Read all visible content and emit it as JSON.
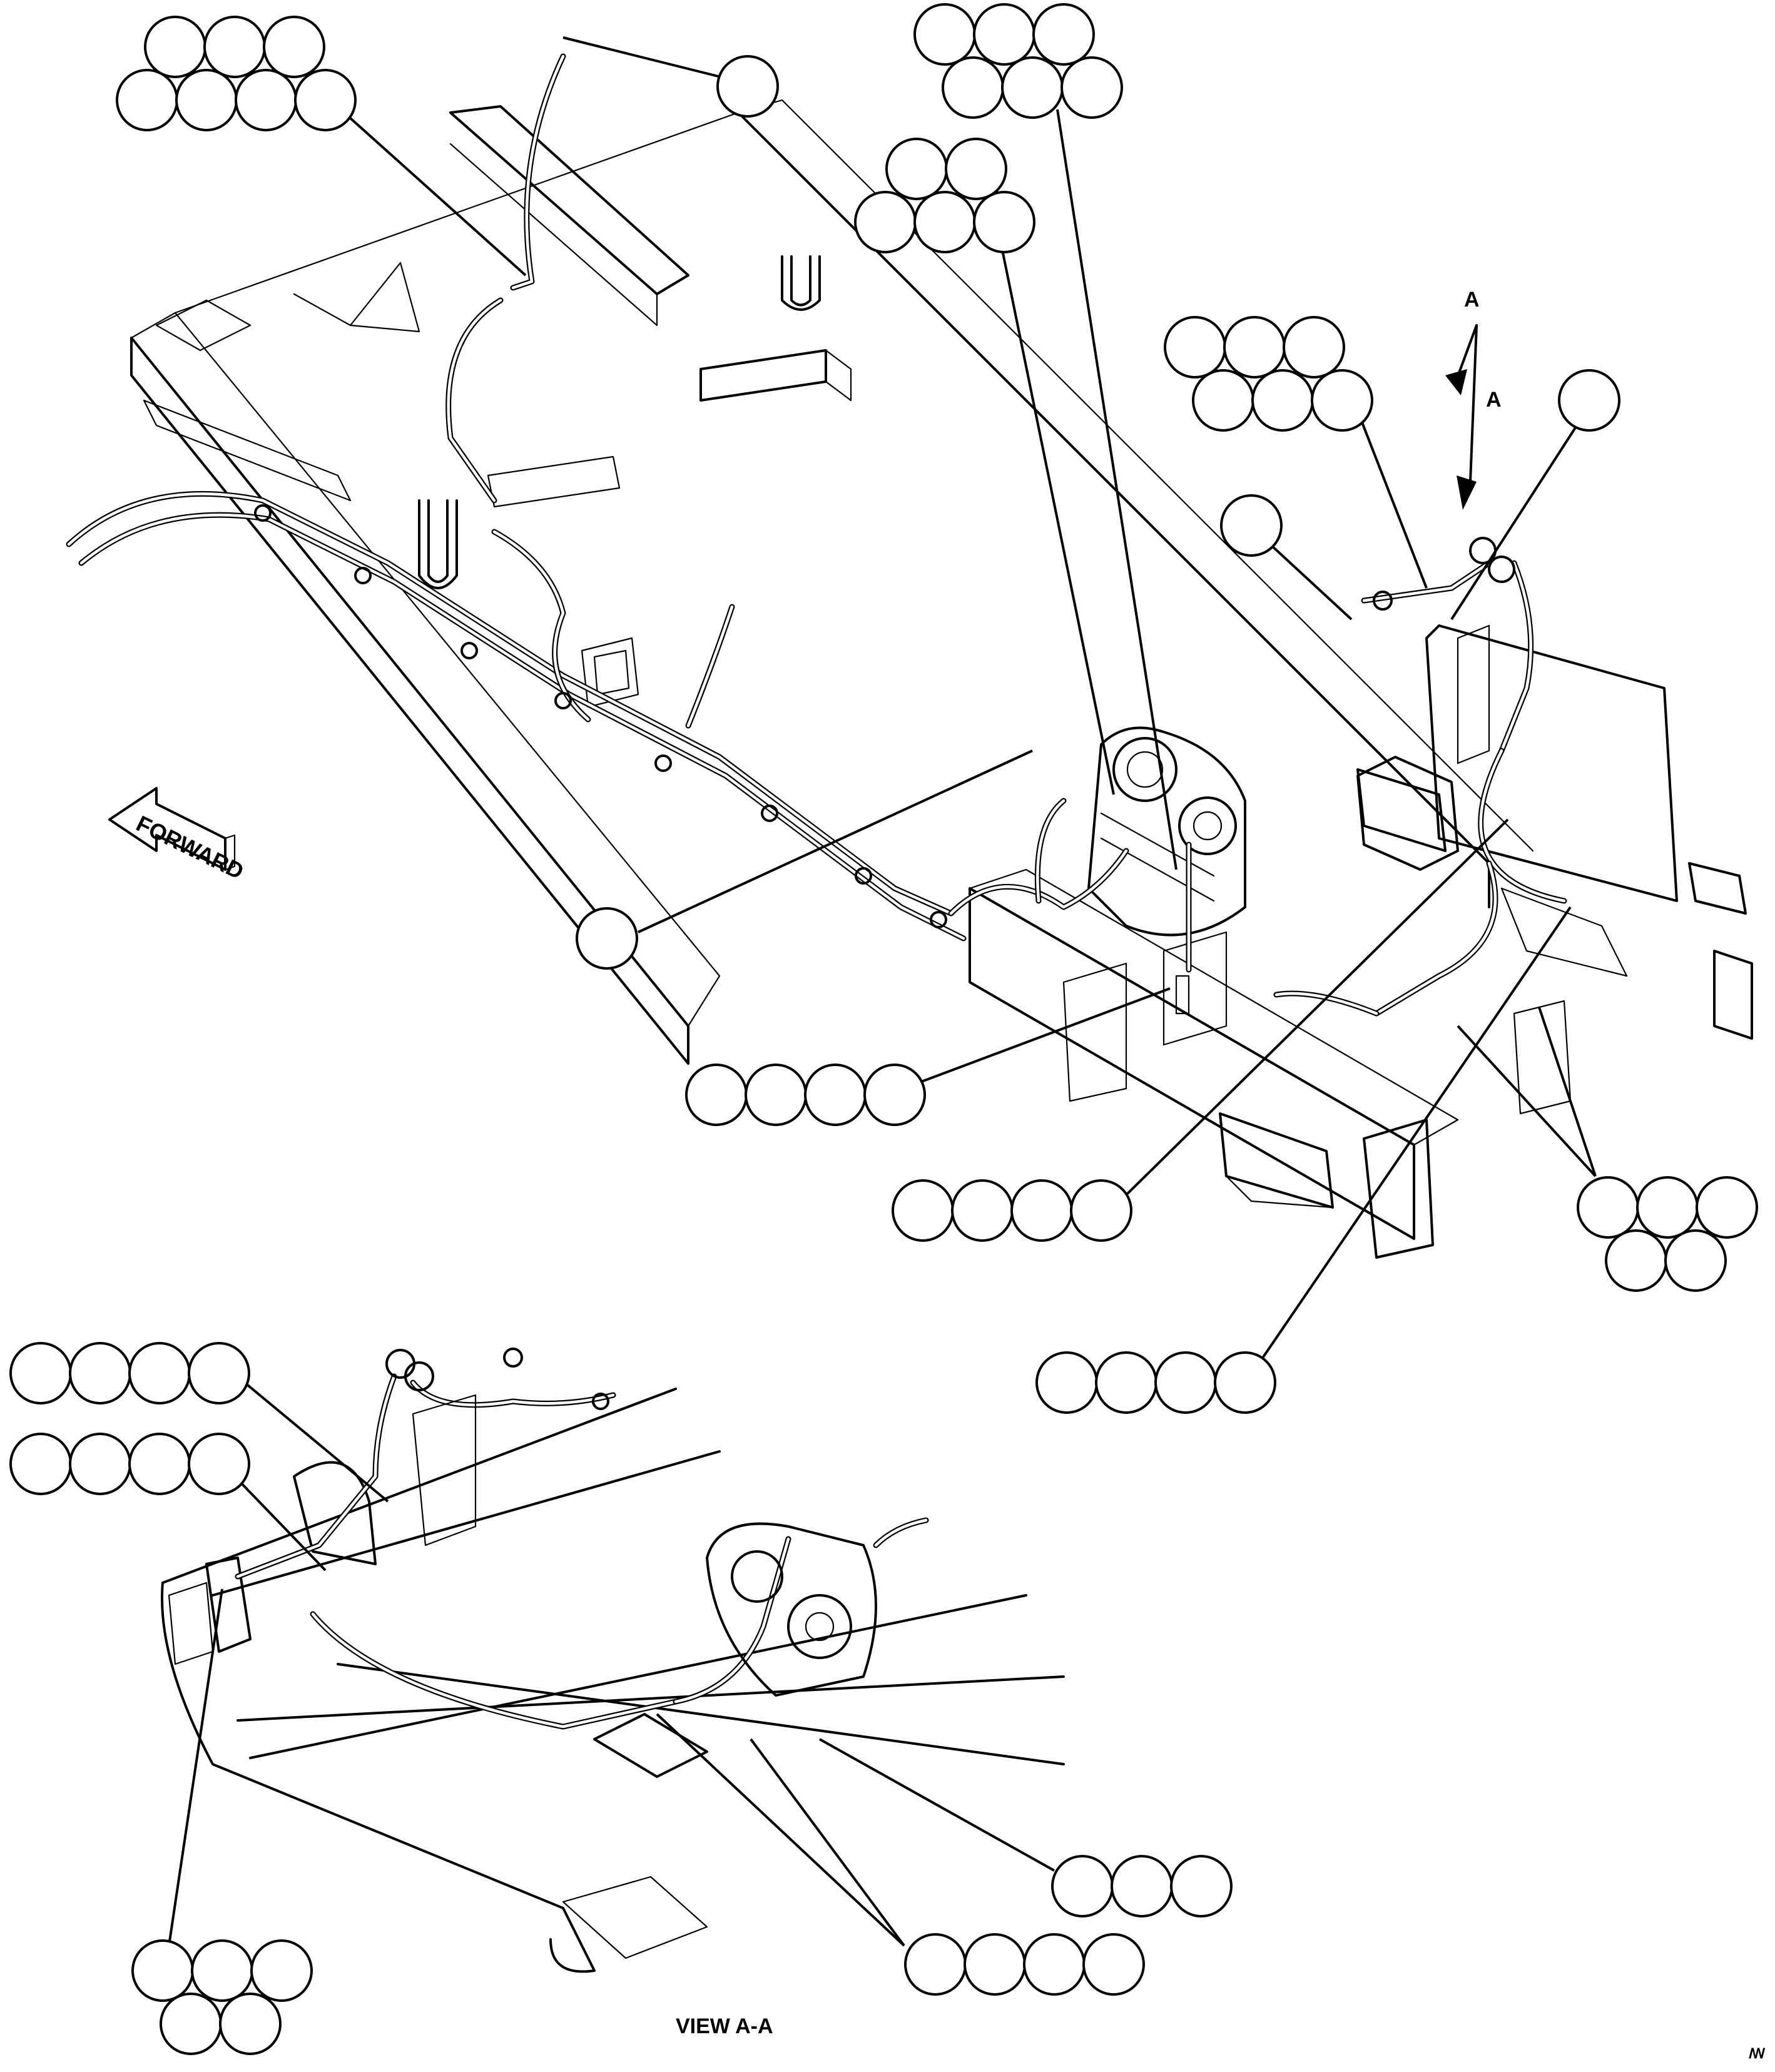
{
  "labels": {
    "forward_arrow": "FORWARD",
    "view_arrow_upper": "A",
    "view_arrow_lower": "A",
    "view_caption": "VIEW A-A",
    "corner_mark": "ꟿ"
  },
  "callout_groups": [
    {
      "name": "callout-group-top-left",
      "circles": 7
    },
    {
      "name": "callout-group-top-left-single",
      "circles": 1
    },
    {
      "name": "callout-group-top-center",
      "circles": 6
    },
    {
      "name": "callout-group-center-upper",
      "circles": 5
    },
    {
      "name": "callout-group-right-upper",
      "circles": 6
    },
    {
      "name": "callout-group-right-single",
      "circles": 1
    },
    {
      "name": "callout-group-right-small",
      "circles": 1
    },
    {
      "name": "callout-group-center-left-single",
      "circles": 1
    },
    {
      "name": "callout-group-center-four",
      "circles": 4
    },
    {
      "name": "callout-group-right-four",
      "circles": 4
    },
    {
      "name": "callout-group-far-right",
      "circles": 5
    },
    {
      "name": "callout-group-lower-right-four",
      "circles": 4
    },
    {
      "name": "callout-group-view-left-upper",
      "circles": 4
    },
    {
      "name": "callout-group-view-left-lower",
      "circles": 4
    },
    {
      "name": "callout-group-view-bottom-left",
      "circles": 5
    },
    {
      "name": "callout-group-view-right-three",
      "circles": 3
    },
    {
      "name": "callout-group-view-bottom-four",
      "circles": 4
    }
  ]
}
